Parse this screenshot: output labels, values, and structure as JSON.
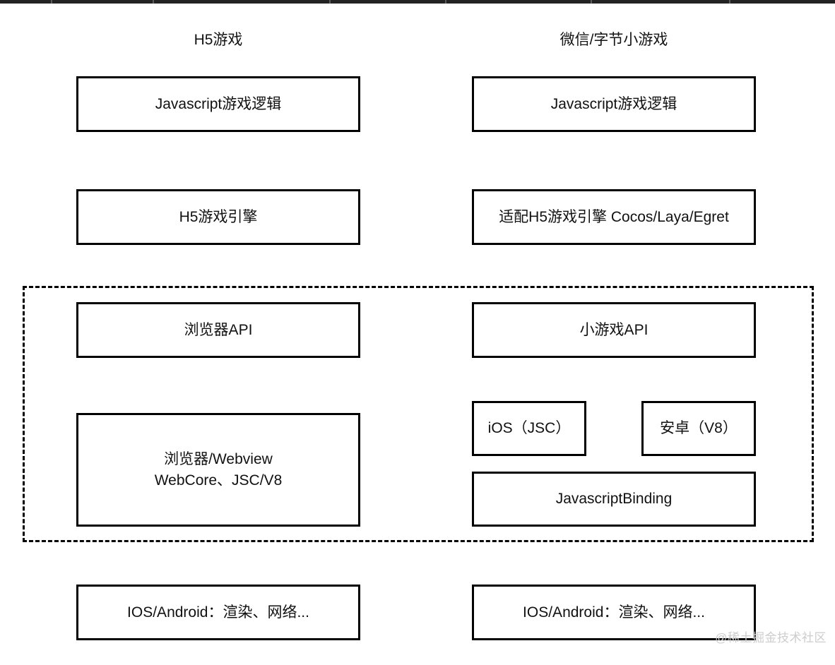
{
  "diagram": {
    "title_left": "H5游戏",
    "title_right": "微信/字节小游戏",
    "columns": [
      {
        "key": "h5",
        "header": "H5游戏",
        "nodes": [
          {
            "key": "js_logic",
            "label": "Javascript游戏逻辑"
          },
          {
            "key": "engine",
            "label": "H5游戏引擎"
          },
          {
            "key": "api",
            "label": "浏览器API"
          },
          {
            "key": "runtime",
            "label": "浏览器/Webview\nWebCore、JSC/V8"
          },
          {
            "key": "os",
            "label": "IOS/Android：渲染、网络..."
          }
        ]
      },
      {
        "key": "mini",
        "header": "微信/字节小游戏",
        "nodes": [
          {
            "key": "js_logic",
            "label": "Javascript游戏逻辑"
          },
          {
            "key": "engine",
            "label": "适配H5游戏引擎 Cocos/Laya/Egret"
          },
          {
            "key": "api",
            "label": "小游戏API"
          },
          {
            "key": "ios_jsc",
            "label": "iOS（JSC）"
          },
          {
            "key": "android_v8",
            "label": "安卓（V8）"
          },
          {
            "key": "jsb",
            "label": "JavascriptBinding"
          },
          {
            "key": "os",
            "label": "IOS/Android：渲染、网络..."
          }
        ]
      }
    ],
    "group": {
      "key": "runtime-layer-group",
      "label": ""
    },
    "watermark": "@稀土掘金技术社区",
    "colors": {
      "stroke": "#000000",
      "text": "#111111",
      "background": "#ffffff",
      "watermark": "#cdcdcd",
      "top_strip": "#232323"
    }
  }
}
